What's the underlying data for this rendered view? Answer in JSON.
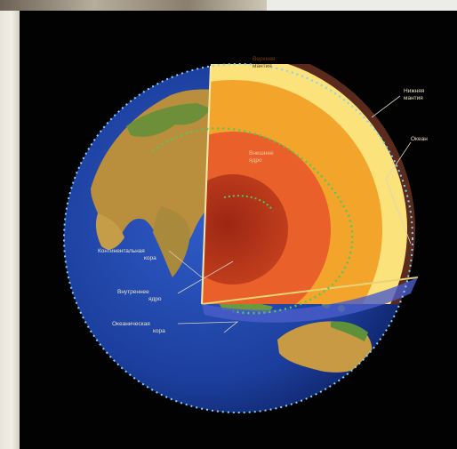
{
  "diagram": {
    "labels": {
      "upper_mantle": [
        "Верхняя",
        "мантия"
      ],
      "lower_mantle": [
        "Нижняя",
        "мантия"
      ],
      "ocean": "Океан",
      "outer_core": [
        "Внешнее",
        "ядро"
      ],
      "continental_crust": [
        "Континентальная",
        "кора"
      ],
      "inner_core": [
        "Внутреннее",
        "ядро"
      ],
      "oceanic_crust": [
        "Океаническая",
        "кора"
      ]
    },
    "colors": {
      "ocean": "#1c3f9e",
      "land": "#b98f3d",
      "upper_mantle": "#fbe27a",
      "lower_mantle": "#f2a52a",
      "outer_core": "#e9602a",
      "inner_core": "#b6341b",
      "crust": "#5a2a1c",
      "dotted_line": "#57c65a"
    }
  }
}
